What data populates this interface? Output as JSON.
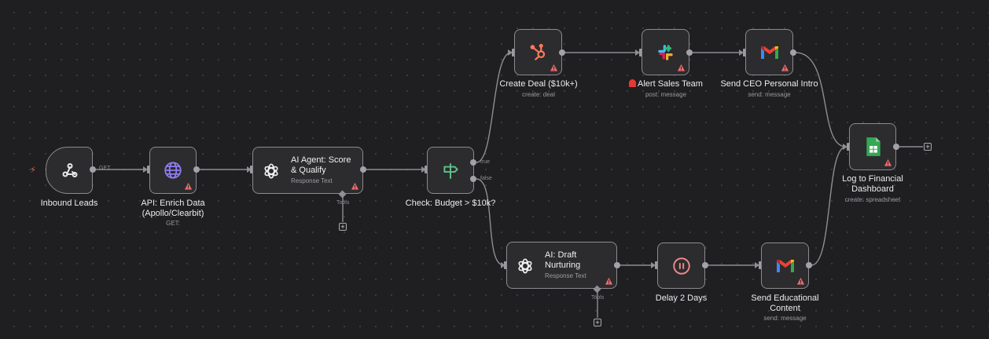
{
  "canvas": {
    "edge_color": "#8e8e93",
    "node_border": "#8b8b90"
  },
  "nodes": {
    "webhook": {
      "title": "Inbound Leads",
      "icon": "webhook-icon",
      "trigger_icon": "⚡"
    },
    "enrich": {
      "title": "API: Enrich Data (Apollo/Clearbit)",
      "subtitle": "GET:",
      "icon": "globe-icon"
    },
    "agent": {
      "title": "AI Agent: Score & Qualify",
      "subtitle": "Response Text",
      "icon": "openai-icon",
      "tools_label": "Tools"
    },
    "check": {
      "title": "Check: Budget > $10k?",
      "icon": "signpost-icon",
      "true_label": "true",
      "false_label": "false"
    },
    "hubspot": {
      "title": "Create Deal ($10k+)",
      "subtitle": "create: deal",
      "icon": "hubspot-icon"
    },
    "slack": {
      "title": "Alert Sales Team",
      "subtitle": "post: message",
      "icon": "slack-icon",
      "prefix_icon": "siren-emoji"
    },
    "gmail_ceo": {
      "title": "Send CEO Personal Intro",
      "subtitle": "send: message",
      "icon": "gmail-icon"
    },
    "sheets": {
      "title": "Log to Financial Dashboard",
      "subtitle": "create: spreadsheet",
      "icon": "google-sheets-icon"
    },
    "nurture": {
      "title": "AI: Draft Nurturing",
      "subtitle": "Response Text",
      "icon": "openai-icon",
      "tools_label": "Tools"
    },
    "delay": {
      "title": "Delay 2 Days",
      "icon": "pause-icon"
    },
    "gmail_edu": {
      "title": "Send Educational Content",
      "subtitle": "send: message",
      "icon": "gmail-icon"
    }
  },
  "edge_labels": {
    "webhook_to_enrich": "GET"
  },
  "plus_symbol": "+"
}
